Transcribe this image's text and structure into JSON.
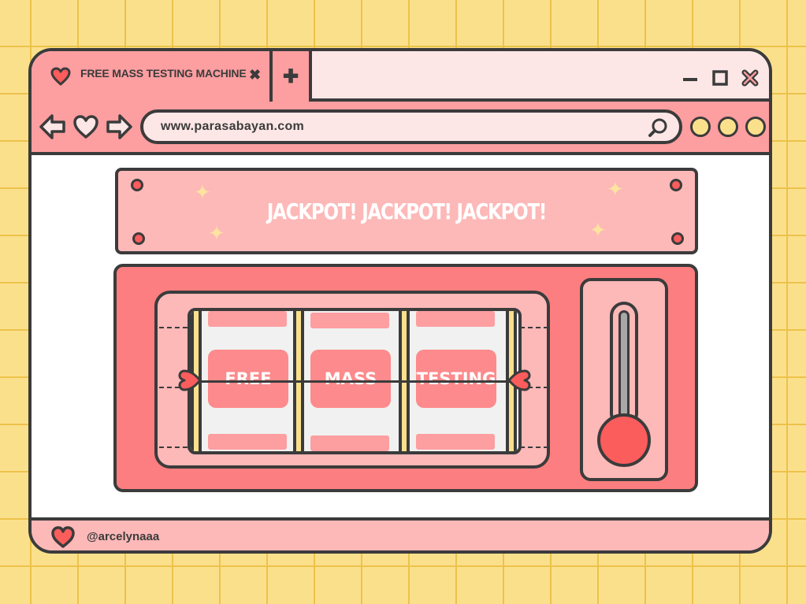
{
  "colors": {
    "background": "#fbe08c",
    "grid_lines": "#ecc24a",
    "tab": "#fd9ea0",
    "titlebar": "#fde6e6",
    "machine": "#fd7e80",
    "panel": "#fdb8b8",
    "accent_red": "#fb5c5c",
    "outline": "#3b3b3b",
    "yellow": "#fbe08c"
  },
  "tab": {
    "title": "FREE MASS TESTING MACHINE",
    "close_glyph": "✖",
    "icon": "heart-icon"
  },
  "new_tab": {
    "glyph": "✚"
  },
  "window_controls": [
    "minimize-icon",
    "maximize-icon",
    "close-icon"
  ],
  "toolbar": {
    "url": "www.parasabayan.com",
    "nav_icons": [
      "back-arrow-icon",
      "heart-icon",
      "forward-arrow-icon"
    ],
    "search_icon": "search-icon",
    "dots": 3
  },
  "banner": {
    "text": "JACKPOT! JACKPOT! JACKPOT!"
  },
  "slot_machine": {
    "reels": [
      "FREE",
      "MASS",
      "TESTING"
    ],
    "thermometer_icon": "thermometer-icon"
  },
  "footer": {
    "handle": "@arcelynaaa",
    "icon": "heart-icon"
  }
}
